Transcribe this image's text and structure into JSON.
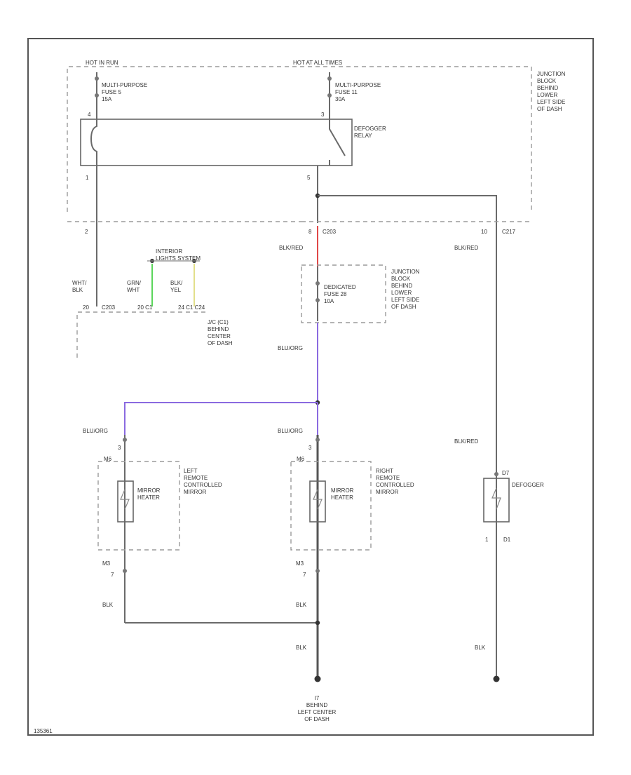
{
  "colors": {
    "wire": "#6a6a6a",
    "red": "#e04848",
    "violet": "#8a6ae0",
    "pink": "#d87ad8",
    "green": "#5bd65b",
    "yellow": "#e2df8a"
  },
  "top": {
    "hot_run": "HOT IN RUN",
    "hot_all": "HOT AT ALL TIMES"
  },
  "fuses": {
    "fuse5": "MULTI-PURPOSE\nFUSE 5\n15A",
    "fuse11": "MULTI-PURPOSE\nFUSE 11\n30A",
    "dedicated": "DEDICATED\nFUSE 28\n10A"
  },
  "relay": {
    "label": "DEFOGGER\nRELAY",
    "pin_left_top": "4",
    "pin_right_top": "3",
    "pin_left_bottom": "1",
    "pin_right_bottom": "5"
  },
  "junction_block": {
    "label": "JUNCTION\nBLOCK\nBEHIND\nLOWER\nLEFT SIDE\nOF DASH"
  },
  "connectors": {
    "left_pin": "2",
    "mid_pin": "8",
    "mid_conn": "C203",
    "right_pin": "10",
    "right_conn": "C217",
    "bottom_left_pin": "20",
    "c203": "C203",
    "c211": "20 C1",
    "c212": "24 C1 C24"
  },
  "interior": {
    "label": "INTERIOR\nLIGHTS SYSTEM"
  },
  "wires": {
    "wht_blk": "WHT/\nBLK",
    "grn_wht": "GRN/\nWHT",
    "blk_yel": "BLK/\nYEL",
    "blk_red1": "BLK/RED",
    "blk_red2": "BLK/RED",
    "blk_red3": "BLK/RED",
    "blu_org1": "BLU/ORG",
    "blu_org2": "BLU/ORG",
    "blu_org3": "BLU/ORG",
    "blk1": "BLK",
    "blk2": "BLK",
    "blk3": "BLK"
  },
  "jb_lower": {
    "label": "JUNCTION\nBLOCK\nBEHIND\nLOWER\nLEFT SIDE\nOF DASH"
  },
  "junction_conn": {
    "label": "J/C (C1)\nBEHIND\nCENTER\nOF DASH"
  },
  "mirrors": {
    "left_label": "LEFT\nREMOTE\nCONTROLLED\nMIRROR",
    "right_label": "RIGHT\nREMOTE\nCONTROLLED\nMIRROR",
    "heater": "MIRROR\nHEATER",
    "pin_top": "3",
    "pin_bottom": "7",
    "conn_top": "M6",
    "conn_bottom": "M3"
  },
  "defogger": {
    "label": "DEFOGGER",
    "pin_top": "D7",
    "pin_bottom": "1",
    "conn_bottom": "D1"
  },
  "ground": {
    "label": "I7\nBEHIND\nLEFT CENTER\nOF DASH"
  },
  "footer": {
    "id": "135361"
  }
}
